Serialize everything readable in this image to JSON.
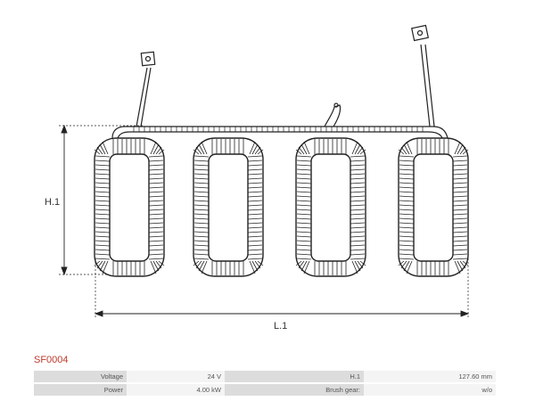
{
  "diagram": {
    "dimension_height_label": "H.1",
    "dimension_length_label": "L.1"
  },
  "part": {
    "code": "SF0004"
  },
  "specs": {
    "row1": {
      "label1": "Voltage",
      "value1": "24 V",
      "label2": "H.1",
      "value2": "127.60 mm"
    },
    "row2": {
      "label1": "Power",
      "value1": "4.00 kW",
      "label2": "Brush gear:",
      "value2": "w/o"
    }
  },
  "colors": {
    "part_code": "#c0392b",
    "label_cell": "#dcdcdc",
    "value_cell": "#f4f4f4"
  }
}
